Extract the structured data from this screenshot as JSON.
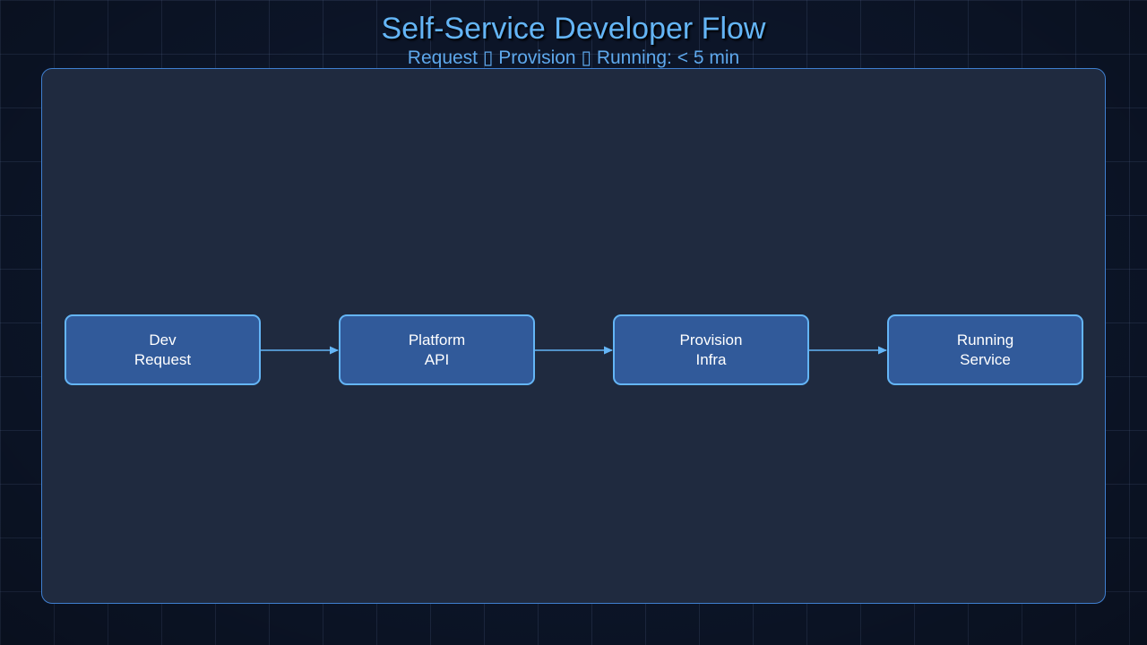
{
  "diagram": {
    "title": "Self-Service Developer Flow",
    "subtitle": "Request ▯ Provision ▯ Running: < 5 min",
    "colors": {
      "background": "#0c1528",
      "panel": "#1f2a3f",
      "panel_border": "#3f7fd0",
      "node_fill": "#315a9a",
      "node_border": "#64b5f6",
      "title": "#64b5f6",
      "arrow": "#64b5f6"
    },
    "nodes": [
      {
        "line1": "Dev",
        "line2": "Request"
      },
      {
        "line1": "Platform",
        "line2": "API"
      },
      {
        "line1": "Provision",
        "line2": "Infra"
      },
      {
        "line1": "Running",
        "line2": "Service"
      }
    ],
    "edges": [
      {
        "from": "Dev Request",
        "to": "Platform API"
      },
      {
        "from": "Platform API",
        "to": "Provision Infra"
      },
      {
        "from": "Provision Infra",
        "to": "Running Service"
      }
    ]
  }
}
